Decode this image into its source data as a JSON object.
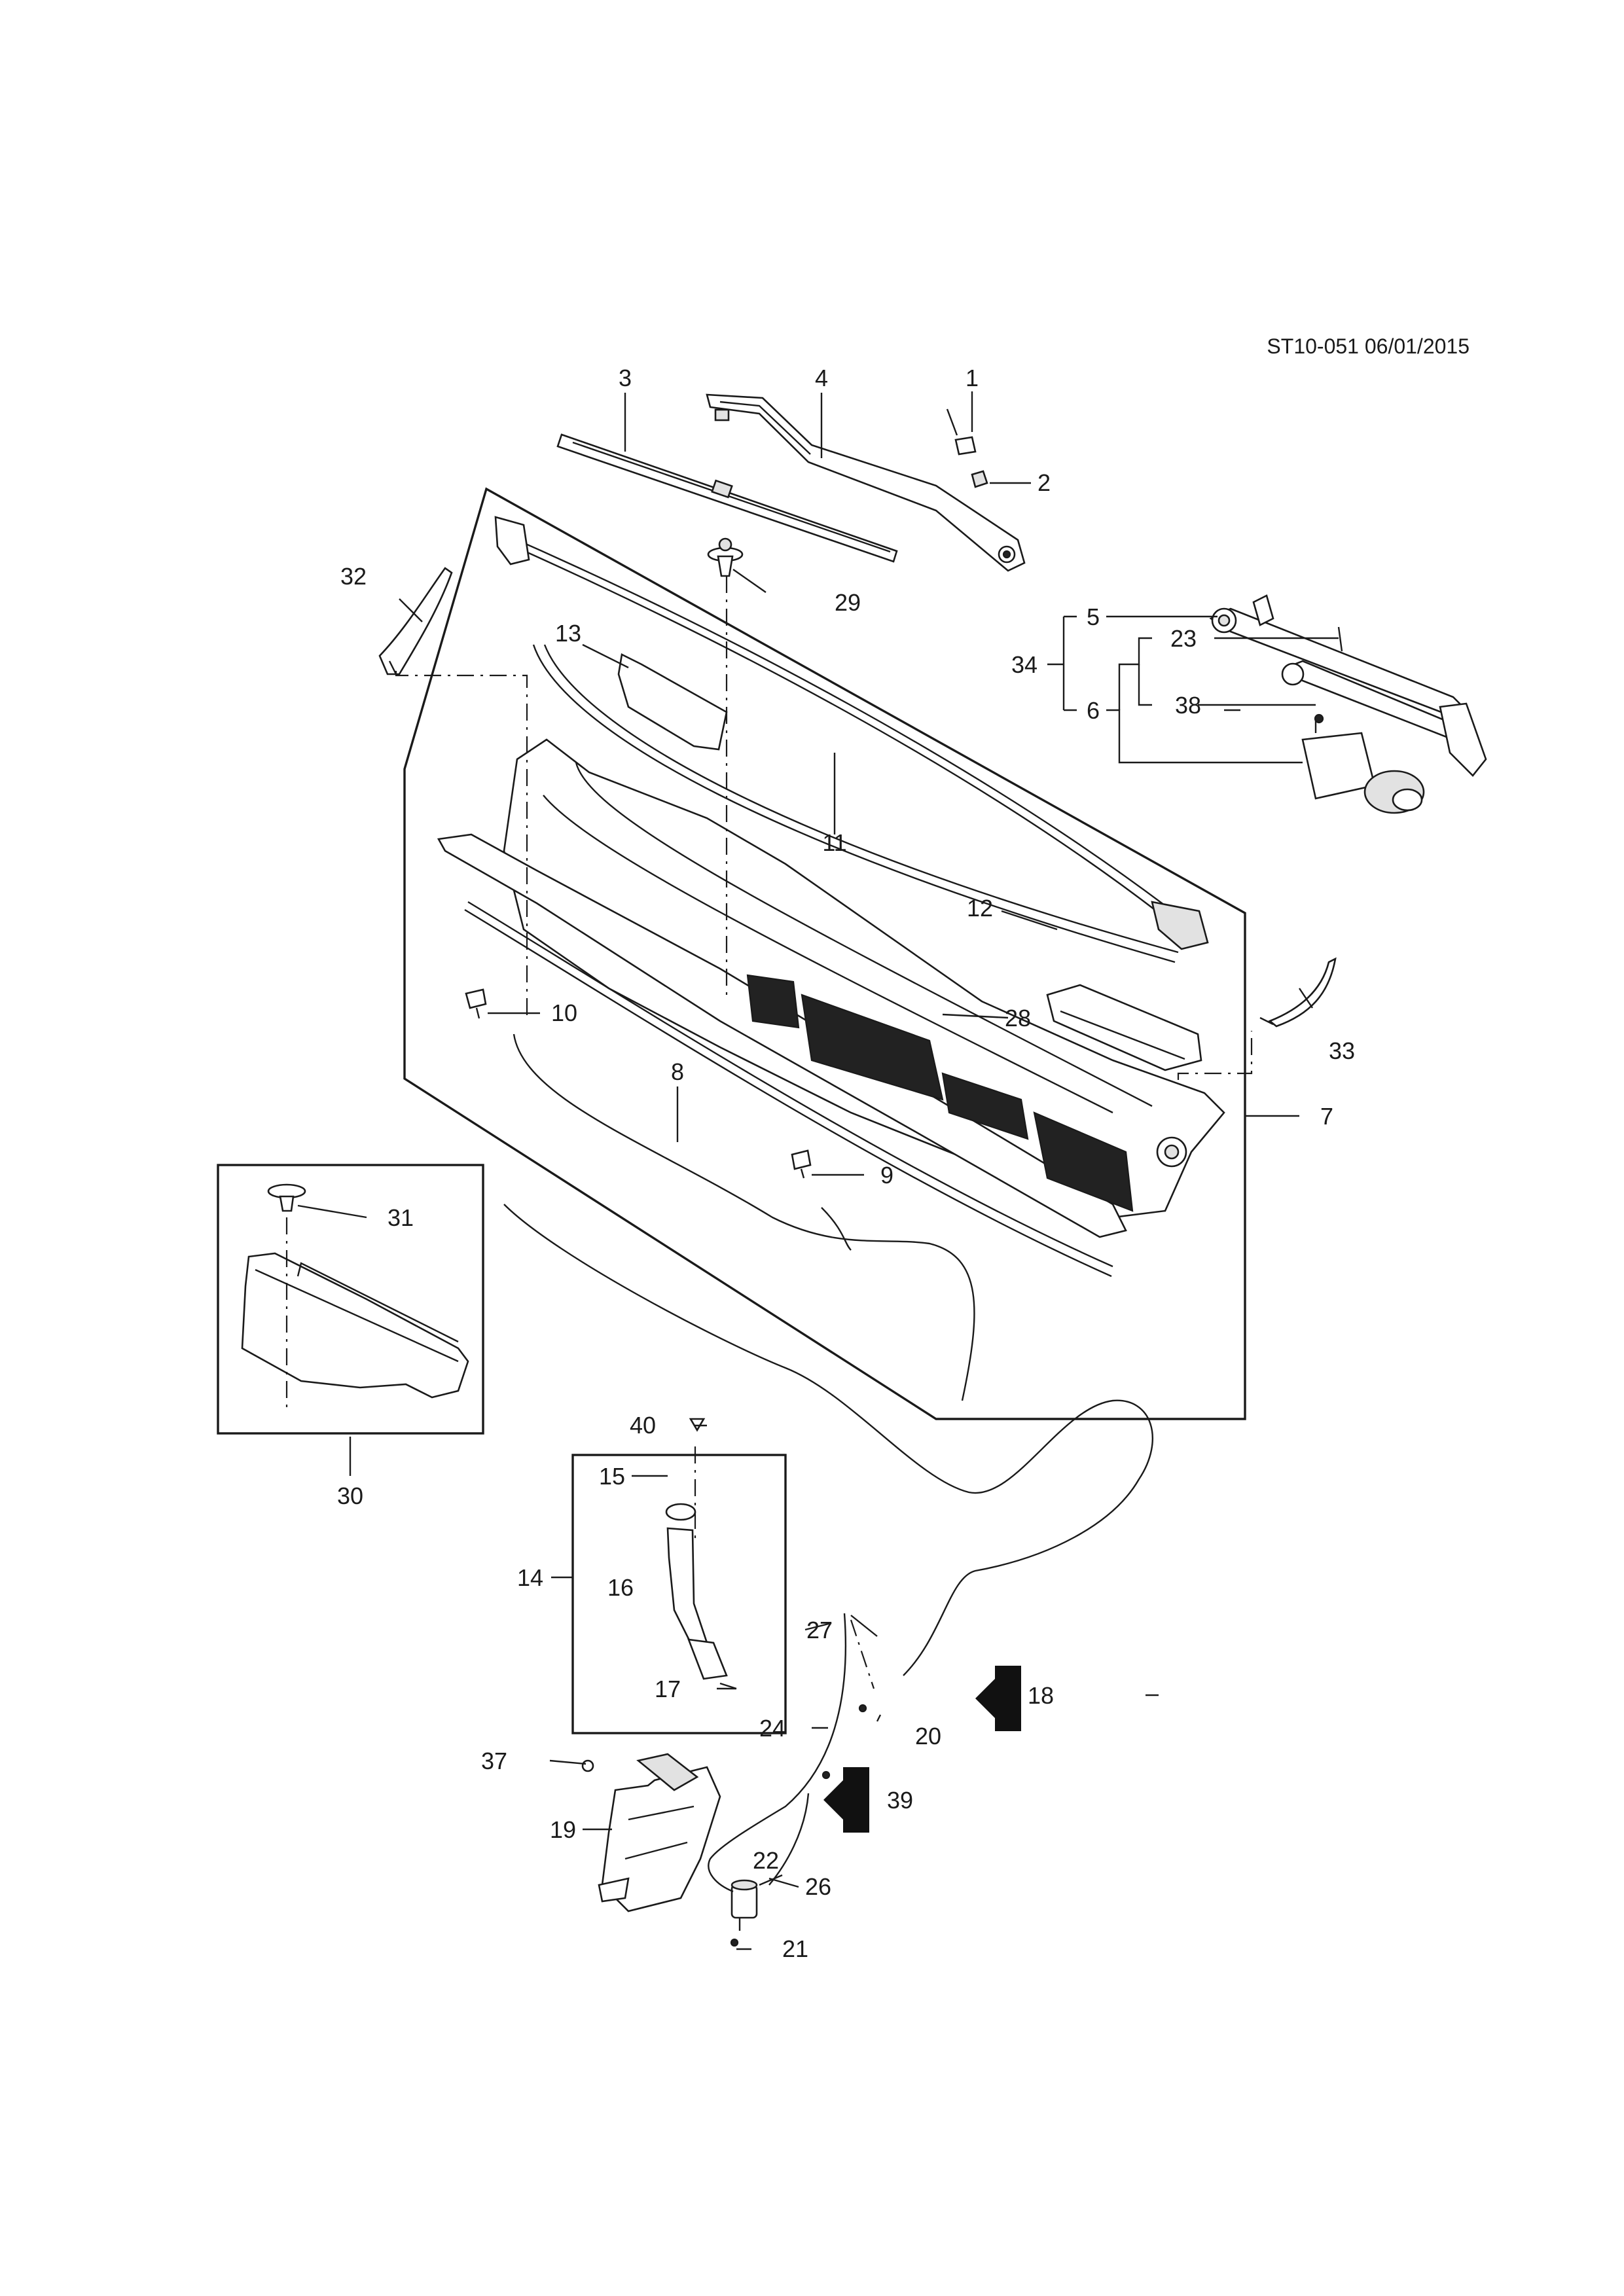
{
  "reference": "ST10-051 06/01/2015",
  "callouts": {
    "c1": "1",
    "c2": "2",
    "c3": "3",
    "c4": "4",
    "c5": "5",
    "c6": "6",
    "c7": "7",
    "c8": "8",
    "c9": "9",
    "c10": "10",
    "c11": "11",
    "c12": "12",
    "c13": "13",
    "c14": "14",
    "c15": "15",
    "c16": "16",
    "c17": "17",
    "c18": "18",
    "c19": "19",
    "c20": "20",
    "c21": "21",
    "c22": "22",
    "c23": "23",
    "c24": "24",
    "c26": "26",
    "c27": "27",
    "c28": "28",
    "c29": "29",
    "c30": "30",
    "c31": "31",
    "c32": "32",
    "c33": "33",
    "c34": "34",
    "c37": "37",
    "c38": "38",
    "c39": "39",
    "c40": "40"
  },
  "colors": {
    "line": "#1a1a1a",
    "fill_light": "#e2e2e2",
    "fill_dark": "#222222",
    "background": "#ffffff"
  },
  "icons": [
    "arrow-18-icon",
    "arrow-39-icon"
  ]
}
